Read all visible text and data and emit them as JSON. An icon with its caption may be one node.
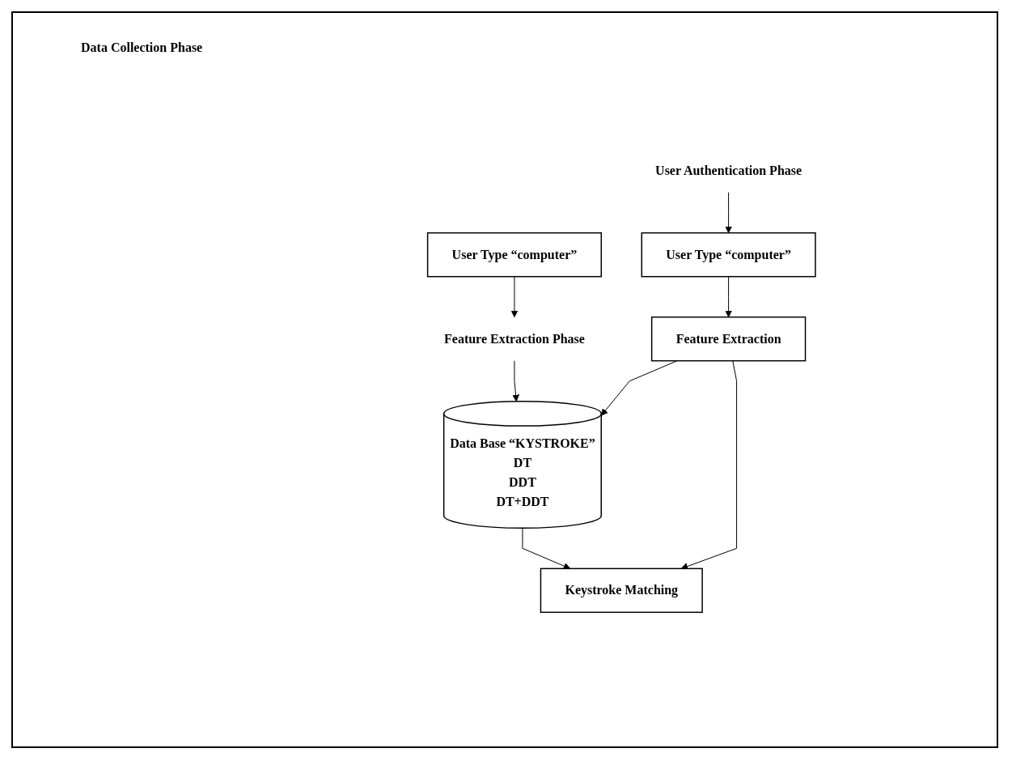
{
  "diagram": {
    "nodes": [
      {
        "text": [
          "User Type “computer”"
        ]
      },
      {
        "text": [
          "Feature Extraction Phase"
        ]
      },
      {
        "text": [
          "Data Base “KYSTROKE”",
          "DT",
          "DDT",
          "DT+DDT"
        ]
      },
      {
        "text": [
          "User Authentication Phase"
        ]
      },
      {
        "text": [
          "User Type “computer”"
        ]
      },
      {
        "text": [
          "Feature Extraction"
        ]
      },
      {
        "text": [
          "Keystroke Matching"
        ]
      }
    ],
    "edges": [
      {
        "from": 0,
        "to": 1,
        "arrow": "to"
      },
      {
        "from": 1,
        "to": 2,
        "arrow": "to"
      },
      {
        "from": 3,
        "to": 4,
        "arrow": "to"
      },
      {
        "from": 4,
        "to": 5,
        "arrow": "to"
      },
      {
        "from": 5,
        "to": 6,
        "arrow": "to"
      },
      {
        "from": 5,
        "to": 2,
        "arrow": "to"
      },
      {
        "from": 2,
        "to": 6,
        "arrow": "to"
      }
    ],
    "labels": [
      "Data Collection Phase"
    ]
  }
}
